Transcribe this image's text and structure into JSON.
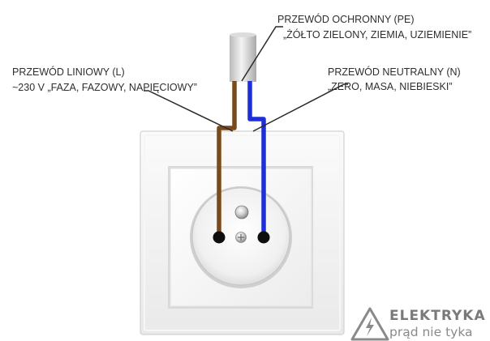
{
  "labels": {
    "protective": {
      "line1": "PRZEWÓD OCHRONNY (PE)",
      "line2": "„ŻÓŁTO ZIELONY, ZIEMIA, UZIEMIENIE”"
    },
    "line": {
      "line1": "PRZEWÓD LINIOWY (L)",
      "line2": "~230 V „FAZA, FAZOWY, NAPIĘCIOWY”"
    },
    "neutral": {
      "line1": "PRZEWÓD NEUTRALNY (N)",
      "line2": "„ZERO, MASA, NIEBIESKI”"
    }
  },
  "brand": {
    "name": "ELEKTRYKA",
    "slogan": "prąd nie tyka",
    "icon": "warning-triangle-lightning-icon"
  },
  "colors": {
    "line_wire": "#7a4a1c",
    "protective_wire_yellow": "#e8e020",
    "protective_wire_green": "#3fae3a",
    "neutral_wire": "#1f2fd8",
    "leader_line": "#2a2a2a",
    "brand_gray": "#8a8a8a"
  }
}
